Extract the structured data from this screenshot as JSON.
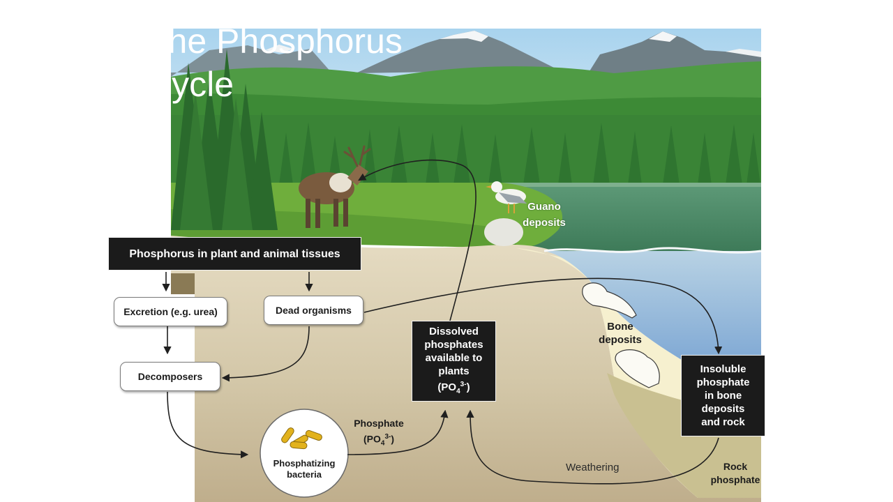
{
  "slide": {
    "title_lines": [
      "The Phosphorus",
      "Cycle"
    ]
  },
  "labels": {
    "tissues": "Phosphorus in plant and animal tissues",
    "excretion": "Excretion (e.g. urea)",
    "dead_organisms": "Dead organisms",
    "decomposers": "Decomposers",
    "bacteria": "Phosphatizing\nbacteria",
    "phosphate": {
      "text": "Phosphate",
      "formula_prefix": "(PO",
      "subscript": "4",
      "superscript": "3-",
      "formula_suffix": ")"
    },
    "dissolved": {
      "text": "Dissolved\nphosphates\navailable to\nplants",
      "formula_prefix": "(PO",
      "subscript": "4",
      "superscript": "3-",
      "formula_suffix": ")"
    },
    "guano": "Guano\ndeposits",
    "bone_deposits": "Bone\ndeposits",
    "insoluble": "Insoluble\nphosphate\nin bone\ndeposits\nand rock",
    "weathering": "Weathering",
    "rock_phosphate": "Rock\nphosphate"
  },
  "colors": {
    "sky": "#b9dbef",
    "mountain": "#6e7f86",
    "forest": "#3f8f37",
    "meadow": "#6fae3c",
    "soil": "#d2c6a8",
    "soil_deep": "#b8a886",
    "bone_layer": "#f6f0cf",
    "rock_layer": "#c9c091",
    "water": "#86b2d6",
    "box_dark": "#1b1b1b",
    "arrow": "#1f1f1f"
  }
}
